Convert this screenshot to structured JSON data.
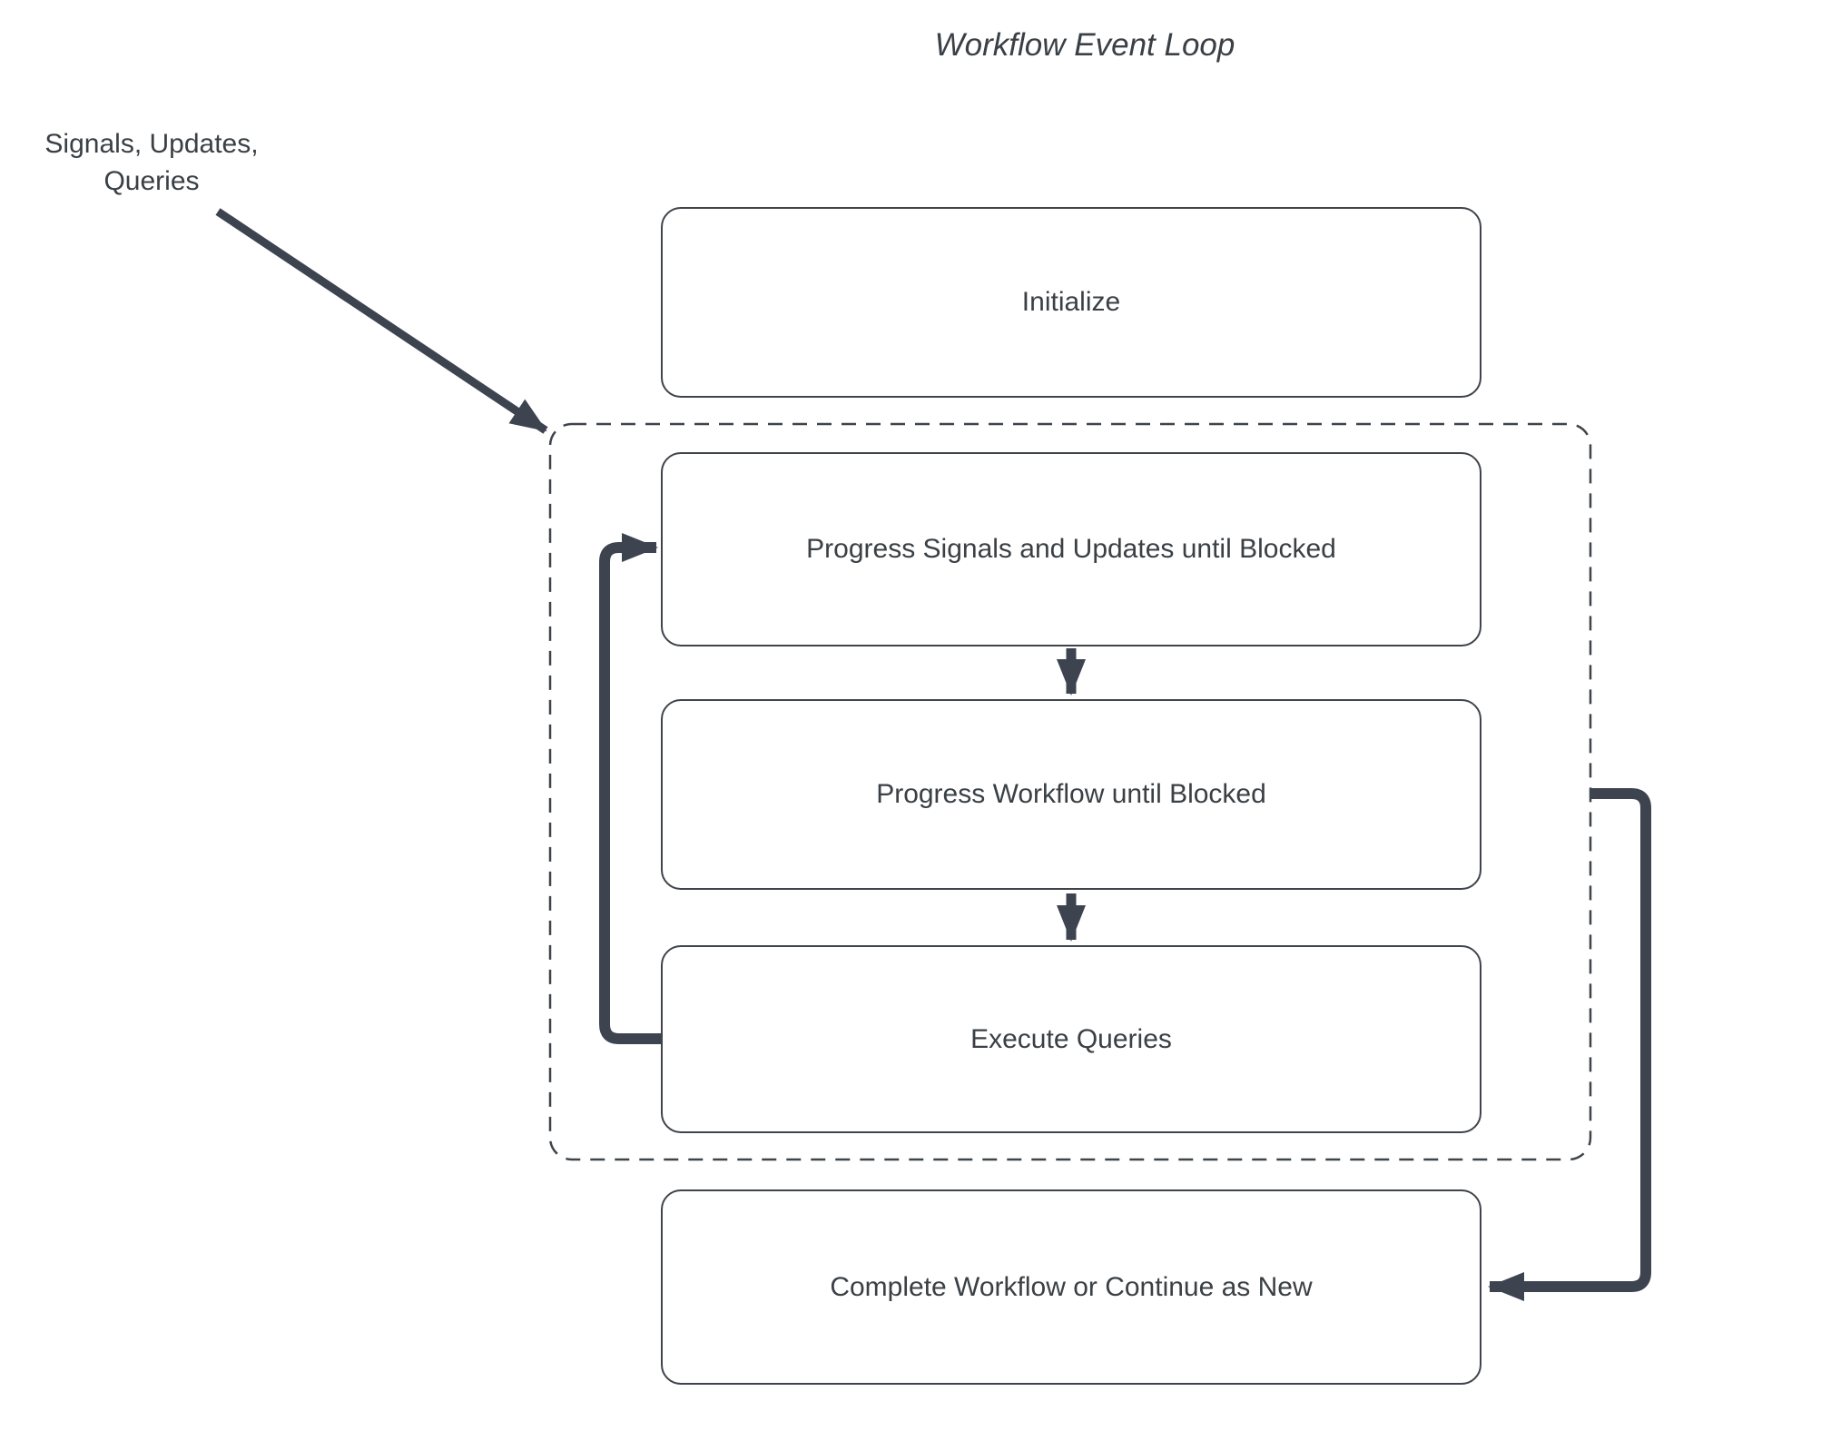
{
  "title": "Workflow Event Loop",
  "annotations": {
    "input_sources": "Signals, Updates,\nQueries"
  },
  "nodes": {
    "initialize": {
      "label": "Initialize"
    },
    "progress_signals": {
      "label": "Progress Signals and Updates until Blocked"
    },
    "progress_workflow": {
      "label": "Progress Workflow until Blocked"
    },
    "execute_queries": {
      "label": "Execute Queries"
    },
    "complete": {
      "label": "Complete Workflow or Continue as New"
    }
  },
  "colors": {
    "connector": "#3d4450",
    "node_border": "#3f444a",
    "container_border": "#3f444a",
    "text": "#3a4045",
    "background": "#ffffff"
  }
}
